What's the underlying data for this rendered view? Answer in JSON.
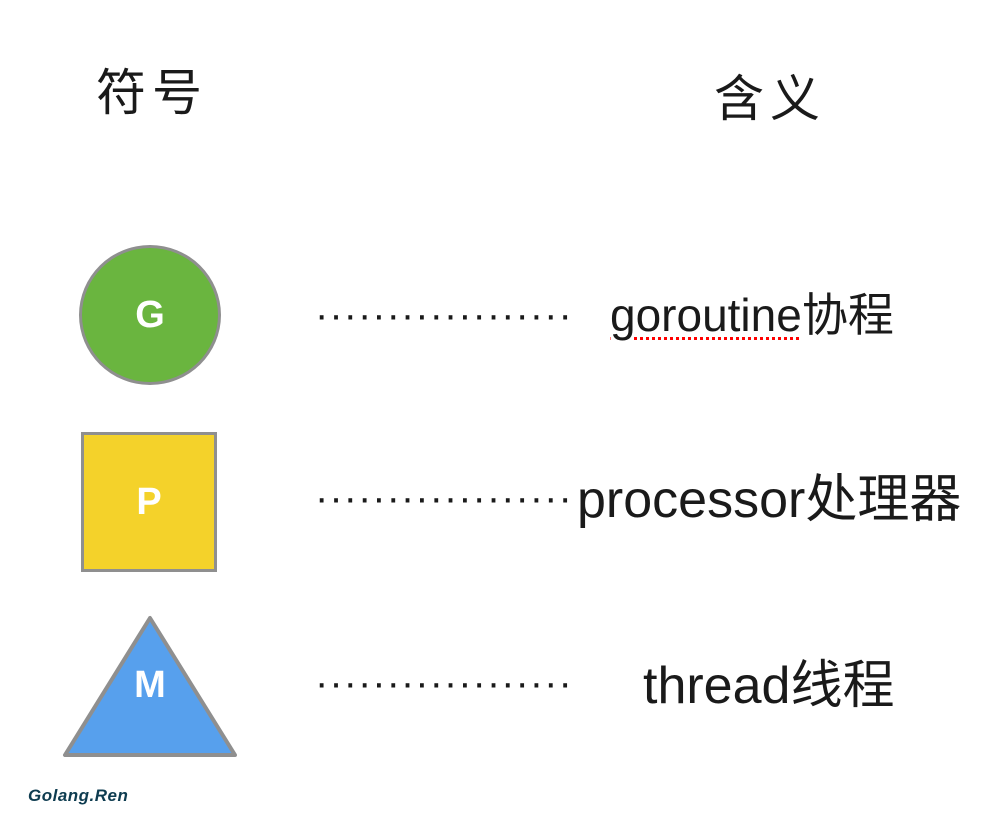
{
  "headers": {
    "symbol": "符号",
    "meaning": "含义"
  },
  "leader_dots": "··················",
  "rows": [
    {
      "glyph": "G",
      "shape": "circle",
      "color": "#6ab53f",
      "latin": "goroutine",
      "cjk": "协程",
      "misspell_underline": true
    },
    {
      "glyph": "P",
      "shape": "square",
      "color": "#f4d22a",
      "latin": "processor",
      "cjk": "处理器",
      "misspell_underline": false
    },
    {
      "glyph": "M",
      "shape": "triangle",
      "color": "#57a0ed",
      "latin": "thread",
      "cjk": "线程",
      "misspell_underline": false
    }
  ],
  "watermark": "Golang.Ren",
  "colors": {
    "background": "#ffffff",
    "text": "#1a1a1a",
    "shape_border": "#8f8f8f",
    "glyph_text": "#ffffff",
    "spellcheck_red": "#ff0000",
    "watermark": "#0e3c50"
  }
}
